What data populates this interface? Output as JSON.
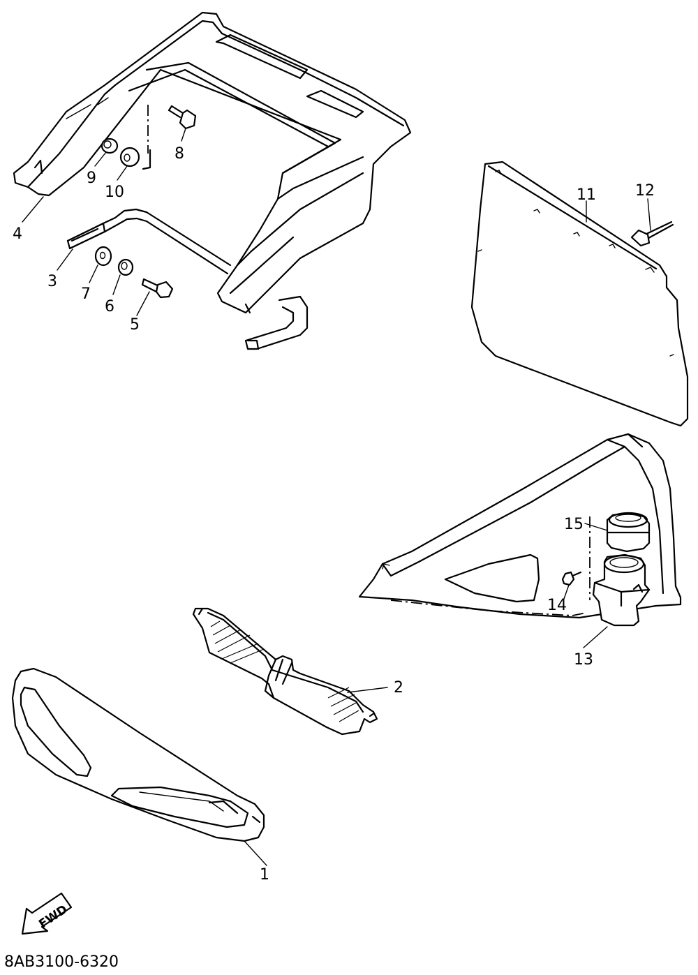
{
  "diagram": {
    "part_labels": {
      "p1": "1",
      "p2": "2",
      "p3": "3",
      "p4": "4",
      "p5": "5",
      "p6": "6",
      "p7": "7",
      "p8": "8",
      "p9": "9",
      "p10": "10",
      "p11": "11",
      "p12": "12",
      "p13": "13",
      "p14": "14",
      "p15": "15"
    },
    "direction_arrow": "FWD",
    "drawing_code": "8AB3100-6320"
  }
}
